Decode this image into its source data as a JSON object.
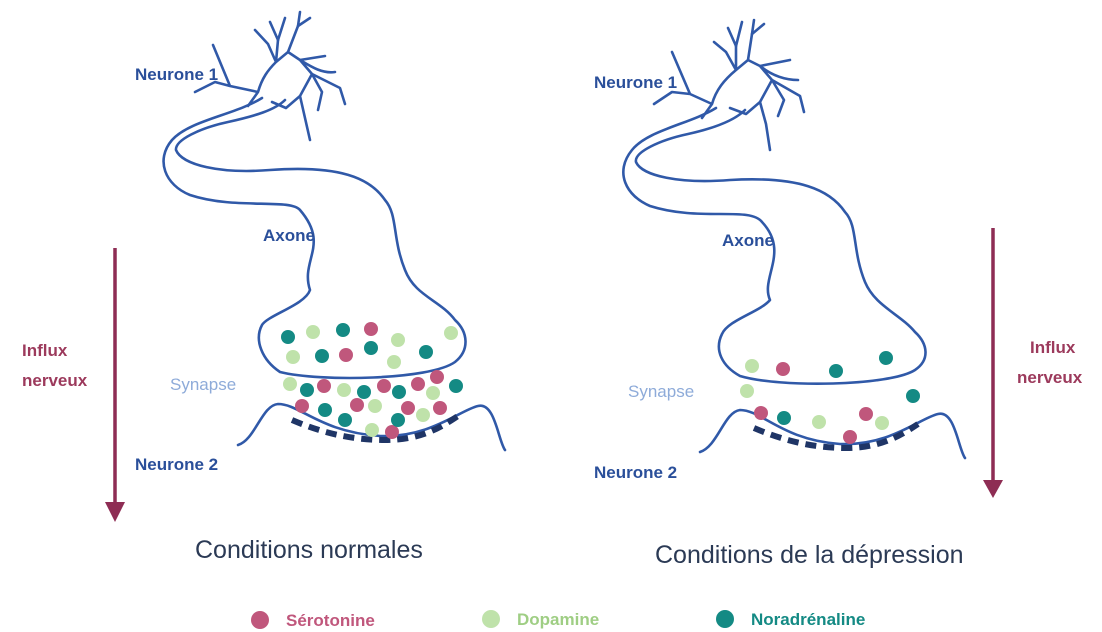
{
  "panels": {
    "normal": {
      "neurone1": "Neurone 1",
      "axone": "Axone",
      "synapse": "Synapse",
      "neurone2": "Neurone 2",
      "influx_line1": "Influx",
      "influx_line2": "nerveux",
      "caption": "Conditions normales"
    },
    "depression": {
      "neurone1": "Neurone 1",
      "axone": "Axone",
      "synapse": "Synapse",
      "neurone2": "Neurone 2",
      "influx_line1": "Influx",
      "influx_line2": "nerveux",
      "caption": "Conditions de la dépression"
    }
  },
  "legend": {
    "serotonine": "Sérotonine",
    "dopamine": "Dopamine",
    "noradrenaline": "Noradrénaline"
  },
  "colors": {
    "serotonine": "#c0577c",
    "dopamine": "#bfe2aa",
    "noradrenaline": "#148a84",
    "neuron_outline": "#3059a8",
    "influx_arrow": "#8e2d54"
  }
}
